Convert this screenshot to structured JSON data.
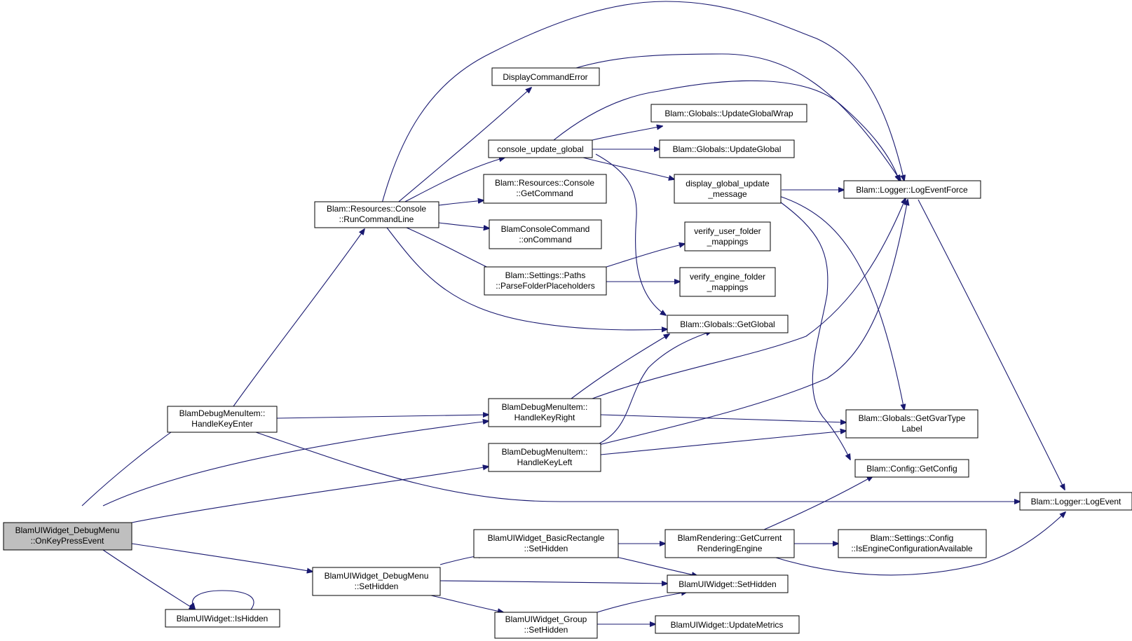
{
  "colors": {
    "edge": "#191970",
    "node_border": "#000000",
    "node_fill": "#ffffff",
    "root_fill": "#bfbfbf"
  },
  "nodes": {
    "root": [
      "BlamUIWidget_DebugMenu",
      "::OnKeyPressEvent"
    ],
    "dbg_enter": [
      "BlamDebugMenuItem::",
      "HandleKeyEnter"
    ],
    "ishidden": [
      "BlamUIWidget::IsHidden"
    ],
    "runcmd": [
      "Blam::Resources::Console",
      "::RunCommandLine"
    ],
    "displayerr": [
      "DisplayCommandError"
    ],
    "console_update": [
      "console_update_global"
    ],
    "getcommand": [
      "Blam::Resources::Console",
      "::GetCommand"
    ],
    "oncommand": [
      "BlamConsoleCommand",
      "::onCommand"
    ],
    "parsefolder": [
      "Blam::Settings::Paths",
      "::ParseFolderPlaceholders"
    ],
    "updglobalwrap": [
      "Blam::Globals::UpdateGlobalWrap"
    ],
    "updglobal": [
      "Blam::Globals::UpdateGlobal"
    ],
    "display_update": [
      "display_global_update",
      "_message"
    ],
    "verify_user": [
      "verify_user_folder",
      "_mappings"
    ],
    "verify_engine": [
      "verify_engine_folder",
      "_mappings"
    ],
    "getglobal": [
      "Blam::Globals::GetGlobal"
    ],
    "logforce": [
      "Blam::Logger::LogEventForce"
    ],
    "keyright": [
      "BlamDebugMenuItem::",
      "HandleKeyRight"
    ],
    "keyleft": [
      "BlamDebugMenuItem::",
      "HandleKeyLeft"
    ],
    "gvartype": [
      "Blam::Globals::GetGvarType",
      "Label"
    ],
    "getconfig": [
      "Blam::Config::GetConfig"
    ],
    "logevent": [
      "Blam::Logger::LogEvent"
    ],
    "basicrect": [
      "BlamUIWidget_BasicRectangle",
      "::SetHidden"
    ],
    "getrender": [
      "BlamRendering::GetCurrent",
      "RenderingEngine"
    ],
    "isengconfig": [
      "Blam::Settings::Config",
      "::IsEngineConfigurationAvailable"
    ],
    "dm_sethidden": [
      "BlamUIWidget_DebugMenu",
      "::SetHidden"
    ],
    "w_sethidden": [
      "BlamUIWidget::SetHidden"
    ],
    "group_sethidden": [
      "BlamUIWidget_Group",
      "::SetHidden"
    ],
    "updmetrics": [
      "BlamUIWidget::UpdateMetrics"
    ]
  }
}
